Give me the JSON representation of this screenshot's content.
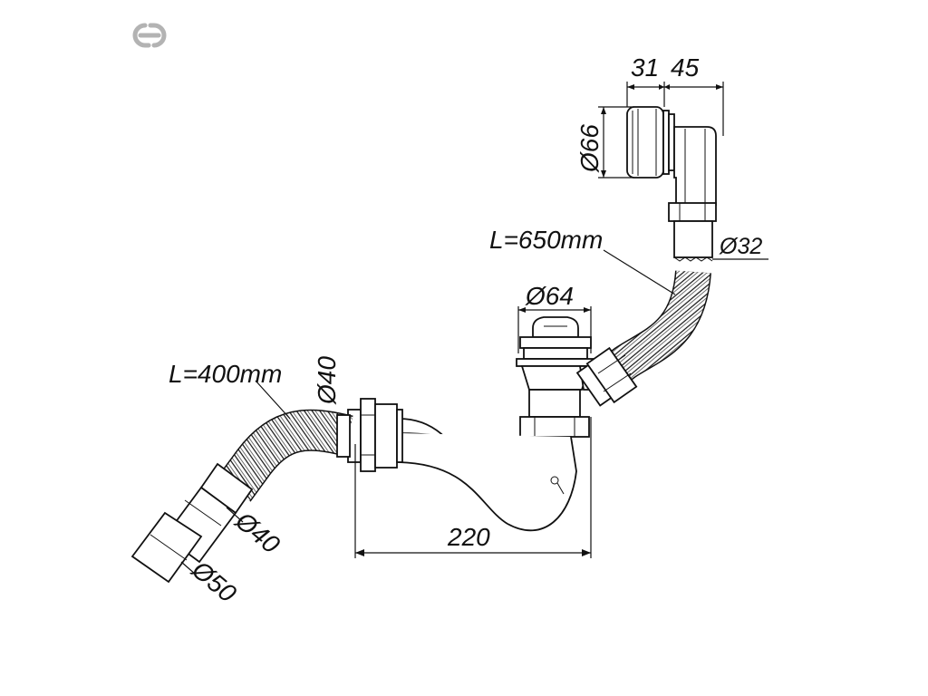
{
  "logo": {
    "icon": "chain-link-logo-icon",
    "color": "#b3b3b3"
  },
  "dimensions": {
    "overflow_depth_a": "31",
    "overflow_depth_b": "45",
    "overflow_diameter": "Ø66",
    "overflow_outlet_diameter": "Ø32",
    "overflow_hose_length": "L=650mm",
    "waste_diameter": "Ø64",
    "inlet_diameter": "Ø40",
    "drain_hose_length": "L=400mm",
    "trap_length": "220",
    "outlet_diameter_small": "Ø40",
    "outlet_diameter_large": "Ø50"
  }
}
